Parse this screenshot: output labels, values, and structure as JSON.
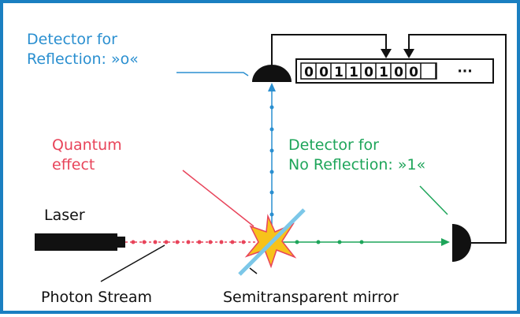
{
  "labels": {
    "detector_reflection": "Detector for\nReflection: »o«",
    "quantum_effect": "Quantum\neffect",
    "detector_no_reflection": "Detector for\nNo Reflection: »1«",
    "laser": "Laser",
    "photon_stream": "Photon Stream",
    "semitransparent_mirror": "Semitransparent mirror"
  },
  "bit_register": {
    "bits": [
      "0",
      "0",
      "1",
      "1",
      "0",
      "1",
      "0",
      "0"
    ],
    "ellipsis": "···"
  },
  "colors": {
    "frame": "#1a7fc1",
    "reflection": "#2a8fd0",
    "quantum": "#e8445a",
    "no_reflection": "#1ea55a",
    "burst_fill": "#f7c21b",
    "mirror": "#7cc7e8"
  }
}
